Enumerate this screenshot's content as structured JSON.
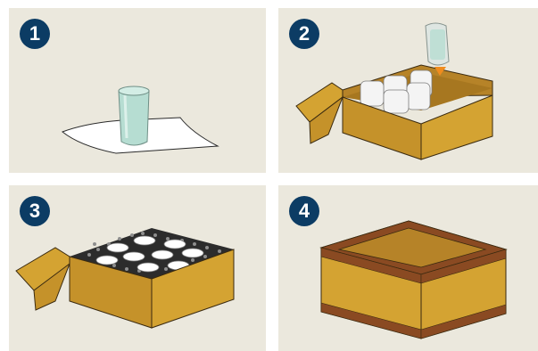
{
  "steps": [
    {
      "number": "1",
      "illustration": "glass-on-wrapping-sheet"
    },
    {
      "number": "2",
      "illustration": "wrapped-glasses-placed-in-box"
    },
    {
      "number": "3",
      "illustration": "box-filled-with-packing-peanuts"
    },
    {
      "number": "4",
      "illustration": "sealed-box-with-tape"
    }
  ],
  "colors": {
    "panel_bg": "#ebe8dd",
    "badge_bg": "#0c3c64",
    "box_front": "#d4a332",
    "box_side": "#c5922a",
    "box_inside": "#b68328",
    "tape": "#8a4a22",
    "arrow": "#f08c1e",
    "glass": "#b6ddd2"
  }
}
